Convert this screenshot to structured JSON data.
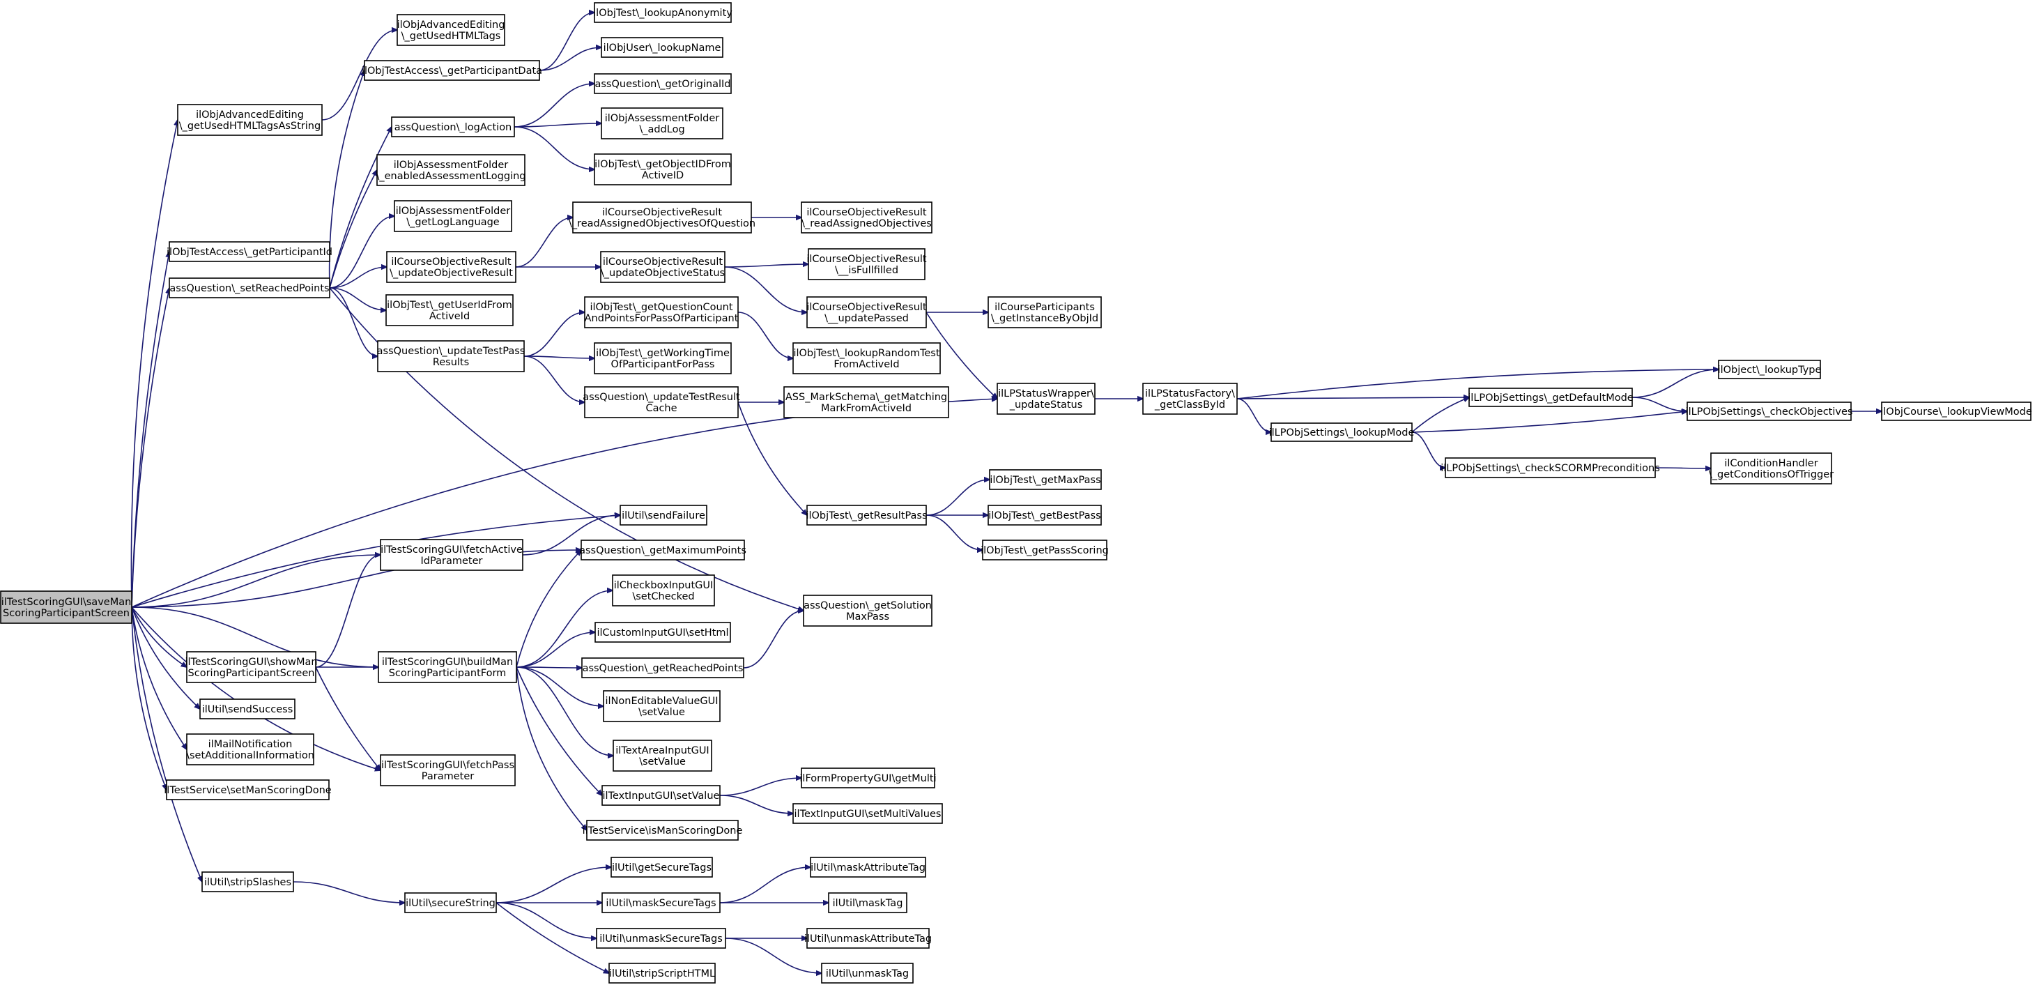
{
  "diagram": {
    "type": "call-graph",
    "colors": {
      "edge": "#191970",
      "root_fill": "#bfbfbf",
      "node_fill": "#ffffff",
      "border": "#000000"
    },
    "nodes": [
      {
        "id": "root",
        "lines": [
          "ilTestScoringGUI\\saveMan",
          "ScoringParticipantScreen"
        ]
      },
      {
        "id": "n_advGetUsedHTMLTags",
        "lines": [
          "ilObjAdvancedEditing",
          "\\_getUsedHTMLTags"
        ]
      },
      {
        "id": "n_lookupAnonymity",
        "lines": [
          "ilObjTest\\_lookupAnonymity"
        ]
      },
      {
        "id": "n_getParticipantData",
        "lines": [
          "ilObjTestAccess\\_getParticipantData"
        ]
      },
      {
        "id": "n_lookupName",
        "lines": [
          "ilObjUser\\_lookupName"
        ]
      },
      {
        "id": "n_getOriginalId",
        "lines": [
          "assQuestion\\_getOriginalId"
        ]
      },
      {
        "id": "n_advGetUsedHTMLTagsAsString",
        "lines": [
          "ilObjAdvancedEditing",
          "\\_getUsedHTMLTagsAsString"
        ]
      },
      {
        "id": "n_logAction",
        "lines": [
          "assQuestion\\_logAction"
        ]
      },
      {
        "id": "n_addLog",
        "lines": [
          "ilObjAssessmentFolder",
          "\\_addLog"
        ]
      },
      {
        "id": "n_getObjectIDFromActiveID",
        "lines": [
          "ilObjTest\\_getObjectIDFrom",
          "ActiveID"
        ]
      },
      {
        "id": "n_enabledAssessmentLogging",
        "lines": [
          "ilObjAssessmentFolder",
          "\\_enabledAssessmentLogging"
        ]
      },
      {
        "id": "n_getLogLanguage",
        "lines": [
          "ilObjAssessmentFolder",
          "\\_getLogLanguage"
        ]
      },
      {
        "id": "n_readAssignedObjectivesOfQuestion",
        "lines": [
          "ilCourseObjectiveResult",
          "\\_readAssignedObjectivesOfQuestion"
        ]
      },
      {
        "id": "n_readAssignedObjectives",
        "lines": [
          "ilCourseObjectiveResult",
          "\\_readAssignedObjectives"
        ]
      },
      {
        "id": "n_getParticipantId",
        "lines": [
          "ilObjTestAccess\\_getParticipantId"
        ]
      },
      {
        "id": "n_setReachedPoints",
        "lines": [
          "assQuestion\\_setReachedPoints"
        ]
      },
      {
        "id": "n_updateObjectiveResult",
        "lines": [
          "ilCourseObjectiveResult",
          "\\_updateObjectiveResult"
        ]
      },
      {
        "id": "n_updateObjectiveStatus",
        "lines": [
          "ilCourseObjectiveResult",
          "\\_updateObjectiveStatus"
        ]
      },
      {
        "id": "n_isFullfilled",
        "lines": [
          "ilCourseObjectiveResult",
          "\\__isFullfilled"
        ]
      },
      {
        "id": "n_getUserIdFromActiveId",
        "lines": [
          "ilObjTest\\_getUserIdFrom",
          "ActiveId"
        ]
      },
      {
        "id": "n_getQuestionCount",
        "lines": [
          "ilObjTest\\_getQuestionCount",
          "AndPointsForPassOfParticipant"
        ]
      },
      {
        "id": "n_updatePassed",
        "lines": [
          "ilCourseObjectiveResult",
          "\\__updatePassed"
        ]
      },
      {
        "id": "n_getInstanceByObjId",
        "lines": [
          "ilCourseParticipants",
          "\\_getInstanceByObjId"
        ]
      },
      {
        "id": "n_updateTestPassResults",
        "lines": [
          "assQuestion\\_updateTestPass",
          "Results"
        ]
      },
      {
        "id": "n_getWorkingTime",
        "lines": [
          "ilObjTest\\_getWorkingTime",
          "OfParticipantForPass"
        ]
      },
      {
        "id": "n_lookupRandomTest",
        "lines": [
          "ilObjTest\\_lookupRandomTest",
          "FromActiveId"
        ]
      },
      {
        "id": "n_updateTestResultCache",
        "lines": [
          "assQuestion\\_updateTestResult",
          "Cache"
        ]
      },
      {
        "id": "n_getMatchingMark",
        "lines": [
          "ASS_MarkSchema\\_getMatching",
          "MarkFromActiveId"
        ]
      },
      {
        "id": "n_updateStatus",
        "lines": [
          "ilLPStatusWrapper\\",
          "_updateStatus"
        ]
      },
      {
        "id": "n_getClassById",
        "lines": [
          "ilLPStatusFactory\\",
          "_getClassById"
        ]
      },
      {
        "id": "n_lookupType",
        "lines": [
          "ilObject\\_lookupType"
        ]
      },
      {
        "id": "n_getDefaultMode",
        "lines": [
          "ilLPObjSettings\\_getDefaultMode"
        ]
      },
      {
        "id": "n_checkObjectives",
        "lines": [
          "ilLPObjSettings\\_checkObjectives"
        ]
      },
      {
        "id": "n_lookupViewMode",
        "lines": [
          "ilObjCourse\\_lookupViewMode"
        ]
      },
      {
        "id": "n_lookupMode",
        "lines": [
          "ilLPObjSettings\\_lookupMode"
        ]
      },
      {
        "id": "n_checkSCORMPreconditions",
        "lines": [
          "ilLPObjSettings\\_checkSCORMPreconditions"
        ]
      },
      {
        "id": "n_getConditionsOfTrigger",
        "lines": [
          "ilConditionHandler",
          "\\_getConditionsOfTrigger"
        ]
      },
      {
        "id": "n_getMaxPass",
        "lines": [
          "ilObjTest\\_getMaxPass"
        ]
      },
      {
        "id": "n_getResultPass",
        "lines": [
          "ilObjTest\\_getResultPass"
        ]
      },
      {
        "id": "n_getBestPass",
        "lines": [
          "ilObjTest\\_getBestPass"
        ]
      },
      {
        "id": "n_getPassScoring",
        "lines": [
          "ilObjTest\\_getPassScoring"
        ]
      },
      {
        "id": "n_sendFailure",
        "lines": [
          "ilUtil\\sendFailure"
        ]
      },
      {
        "id": "n_fetchActiveIdParameter",
        "lines": [
          "ilTestScoringGUI\\fetchActive",
          "IdParameter"
        ]
      },
      {
        "id": "n_getMaximumPoints",
        "lines": [
          "assQuestion\\_getMaximumPoints"
        ]
      },
      {
        "id": "n_checkboxSetChecked",
        "lines": [
          "ilCheckboxInputGUI",
          "\\setChecked"
        ]
      },
      {
        "id": "n_getSolutionMaxPass",
        "lines": [
          "assQuestion\\_getSolution",
          "MaxPass"
        ]
      },
      {
        "id": "n_customSetHtml",
        "lines": [
          "ilCustomInputGUI\\setHtml"
        ]
      },
      {
        "id": "n_showManScoring",
        "lines": [
          "ilTestScoringGUI\\showMan",
          "ScoringParticipantScreen"
        ]
      },
      {
        "id": "n_buildManScoring",
        "lines": [
          "ilTestScoringGUI\\buildMan",
          "ScoringParticipantForm"
        ]
      },
      {
        "id": "n_getReachedPoints",
        "lines": [
          "assQuestion\\_getReachedPoints"
        ]
      },
      {
        "id": "n_sendSuccess",
        "lines": [
          "ilUtil\\sendSuccess"
        ]
      },
      {
        "id": "n_nonEditableSetValue",
        "lines": [
          "ilNonEditableValueGUI",
          "\\setValue"
        ]
      },
      {
        "id": "n_mailSetAdditional",
        "lines": [
          "ilMailNotification",
          "\\setAdditionalInformation"
        ]
      },
      {
        "id": "n_textAreaSetValue",
        "lines": [
          "ilTextAreaInputGUI",
          "\\setValue"
        ]
      },
      {
        "id": "n_fetchPassParameter",
        "lines": [
          "ilTestScoringGUI\\fetchPass",
          "Parameter"
        ]
      },
      {
        "id": "n_setManScoringDone",
        "lines": [
          "ilTestService\\setManScoringDone"
        ]
      },
      {
        "id": "n_getMulti",
        "lines": [
          "ilFormPropertyGUI\\getMulti"
        ]
      },
      {
        "id": "n_textInputSetValue",
        "lines": [
          "ilTextInputGUI\\setValue"
        ]
      },
      {
        "id": "n_setMultiValues",
        "lines": [
          "ilTextInputGUI\\setMultiValues"
        ]
      },
      {
        "id": "n_isManScoringDone",
        "lines": [
          "ilTestService\\isManScoringDone"
        ]
      },
      {
        "id": "n_getSecureTags",
        "lines": [
          "ilUtil\\getSecureTags"
        ]
      },
      {
        "id": "n_maskAttributeTag",
        "lines": [
          "ilUtil\\maskAttributeTag"
        ]
      },
      {
        "id": "n_stripSlashes",
        "lines": [
          "ilUtil\\stripSlashes"
        ]
      },
      {
        "id": "n_secureString",
        "lines": [
          "ilUtil\\secureString"
        ]
      },
      {
        "id": "n_maskSecureTags",
        "lines": [
          "ilUtil\\maskSecureTags"
        ]
      },
      {
        "id": "n_maskTag",
        "lines": [
          "ilUtil\\maskTag"
        ]
      },
      {
        "id": "n_unmaskSecureTags",
        "lines": [
          "ilUtil\\unmaskSecureTags"
        ]
      },
      {
        "id": "n_unmaskAttributeTag",
        "lines": [
          "ilUtil\\unmaskAttributeTag"
        ]
      },
      {
        "id": "n_stripScriptHTML",
        "lines": [
          "ilUtil\\stripScriptHTML"
        ]
      },
      {
        "id": "n_unmaskTag",
        "lines": [
          "ilUtil\\unmaskTag"
        ]
      }
    ],
    "edges": [
      [
        "root",
        "n_advGetUsedHTMLTagsAsString"
      ],
      [
        "root",
        "n_getParticipantId"
      ],
      [
        "root",
        "n_setReachedPoints"
      ],
      [
        "root",
        "n_updateStatus"
      ],
      [
        "root",
        "n_sendFailure"
      ],
      [
        "root",
        "n_fetchActiveIdParameter"
      ],
      [
        "root",
        "n_getMaximumPoints"
      ],
      [
        "root",
        "n_showManScoring"
      ],
      [
        "root",
        "n_buildManScoring"
      ],
      [
        "root",
        "n_sendSuccess"
      ],
      [
        "root",
        "n_mailSetAdditional"
      ],
      [
        "root",
        "n_setManScoringDone"
      ],
      [
        "root",
        "n_fetchPassParameter"
      ],
      [
        "root",
        "n_stripSlashes"
      ],
      [
        "n_advGetUsedHTMLTagsAsString",
        "n_advGetUsedHTMLTags"
      ],
      [
        "n_setReachedPoints",
        "n_getParticipantData"
      ],
      [
        "n_setReachedPoints",
        "n_logAction"
      ],
      [
        "n_setReachedPoints",
        "n_enabledAssessmentLogging"
      ],
      [
        "n_setReachedPoints",
        "n_getLogLanguage"
      ],
      [
        "n_setReachedPoints",
        "n_updateObjectiveResult"
      ],
      [
        "n_setReachedPoints",
        "n_getUserIdFromActiveId"
      ],
      [
        "n_setReachedPoints",
        "n_updateTestPassResults"
      ],
      [
        "n_setReachedPoints",
        "n_getSolutionMaxPass"
      ],
      [
        "n_getParticipantData",
        "n_lookupAnonymity"
      ],
      [
        "n_getParticipantData",
        "n_lookupName"
      ],
      [
        "n_logAction",
        "n_getOriginalId"
      ],
      [
        "n_logAction",
        "n_addLog"
      ],
      [
        "n_logAction",
        "n_getObjectIDFromActiveID"
      ],
      [
        "n_updateObjectiveResult",
        "n_readAssignedObjectivesOfQuestion"
      ],
      [
        "n_updateObjectiveResult",
        "n_updateObjectiveStatus"
      ],
      [
        "n_readAssignedObjectivesOfQuestion",
        "n_readAssignedObjectives"
      ],
      [
        "n_updateObjectiveStatus",
        "n_isFullfilled"
      ],
      [
        "n_updateObjectiveStatus",
        "n_updatePassed"
      ],
      [
        "n_updatePassed",
        "n_getInstanceByObjId"
      ],
      [
        "n_updatePassed",
        "n_updateStatus"
      ],
      [
        "n_updateTestPassResults",
        "n_getQuestionCount"
      ],
      [
        "n_updateTestPassResults",
        "n_getWorkingTime"
      ],
      [
        "n_updateTestPassResults",
        "n_updateTestResultCache"
      ],
      [
        "n_getQuestionCount",
        "n_lookupRandomTest"
      ],
      [
        "n_updateTestResultCache",
        "n_getMatchingMark"
      ],
      [
        "n_updateTestResultCache",
        "n_getResultPass"
      ],
      [
        "n_updateStatus",
        "n_getClassById"
      ],
      [
        "n_getClassById",
        "n_lookupType"
      ],
      [
        "n_getClassById",
        "n_getDefaultMode"
      ],
      [
        "n_getClassById",
        "n_lookupMode"
      ],
      [
        "n_getDefaultMode",
        "n_lookupType"
      ],
      [
        "n_getDefaultMode",
        "n_checkObjectives"
      ],
      [
        "n_checkObjectives",
        "n_lookupViewMode"
      ],
      [
        "n_lookupMode",
        "n_getDefaultMode"
      ],
      [
        "n_lookupMode",
        "n_checkObjectives"
      ],
      [
        "n_lookupMode",
        "n_checkSCORMPreconditions"
      ],
      [
        "n_checkSCORMPreconditions",
        "n_getConditionsOfTrigger"
      ],
      [
        "n_getResultPass",
        "n_getMaxPass"
      ],
      [
        "n_getResultPass",
        "n_getBestPass"
      ],
      [
        "n_getResultPass",
        "n_getPassScoring"
      ],
      [
        "n_fetchActiveIdParameter",
        "n_sendFailure"
      ],
      [
        "n_showManScoring",
        "n_fetchActiveIdParameter"
      ],
      [
        "n_showManScoring",
        "n_buildManScoring"
      ],
      [
        "n_showManScoring",
        "n_fetchPassParameter"
      ],
      [
        "n_buildManScoring",
        "n_getMaximumPoints"
      ],
      [
        "n_buildManScoring",
        "n_checkboxSetChecked"
      ],
      [
        "n_buildManScoring",
        "n_customSetHtml"
      ],
      [
        "n_buildManScoring",
        "n_getReachedPoints"
      ],
      [
        "n_buildManScoring",
        "n_nonEditableSetValue"
      ],
      [
        "n_buildManScoring",
        "n_textAreaSetValue"
      ],
      [
        "n_buildManScoring",
        "n_textInputSetValue"
      ],
      [
        "n_buildManScoring",
        "n_isManScoringDone"
      ],
      [
        "n_getReachedPoints",
        "n_getSolutionMaxPass"
      ],
      [
        "n_textInputSetValue",
        "n_getMulti"
      ],
      [
        "n_textInputSetValue",
        "n_setMultiValues"
      ],
      [
        "n_stripSlashes",
        "n_secureString"
      ],
      [
        "n_secureString",
        "n_getSecureTags"
      ],
      [
        "n_secureString",
        "n_maskSecureTags"
      ],
      [
        "n_secureString",
        "n_unmaskSecureTags"
      ],
      [
        "n_secureString",
        "n_stripScriptHTML"
      ],
      [
        "n_maskSecureTags",
        "n_maskAttributeTag"
      ],
      [
        "n_maskSecureTags",
        "n_maskTag"
      ],
      [
        "n_unmaskSecureTags",
        "n_unmaskAttributeTag"
      ],
      [
        "n_unmaskSecureTags",
        "n_unmaskTag"
      ]
    ]
  }
}
